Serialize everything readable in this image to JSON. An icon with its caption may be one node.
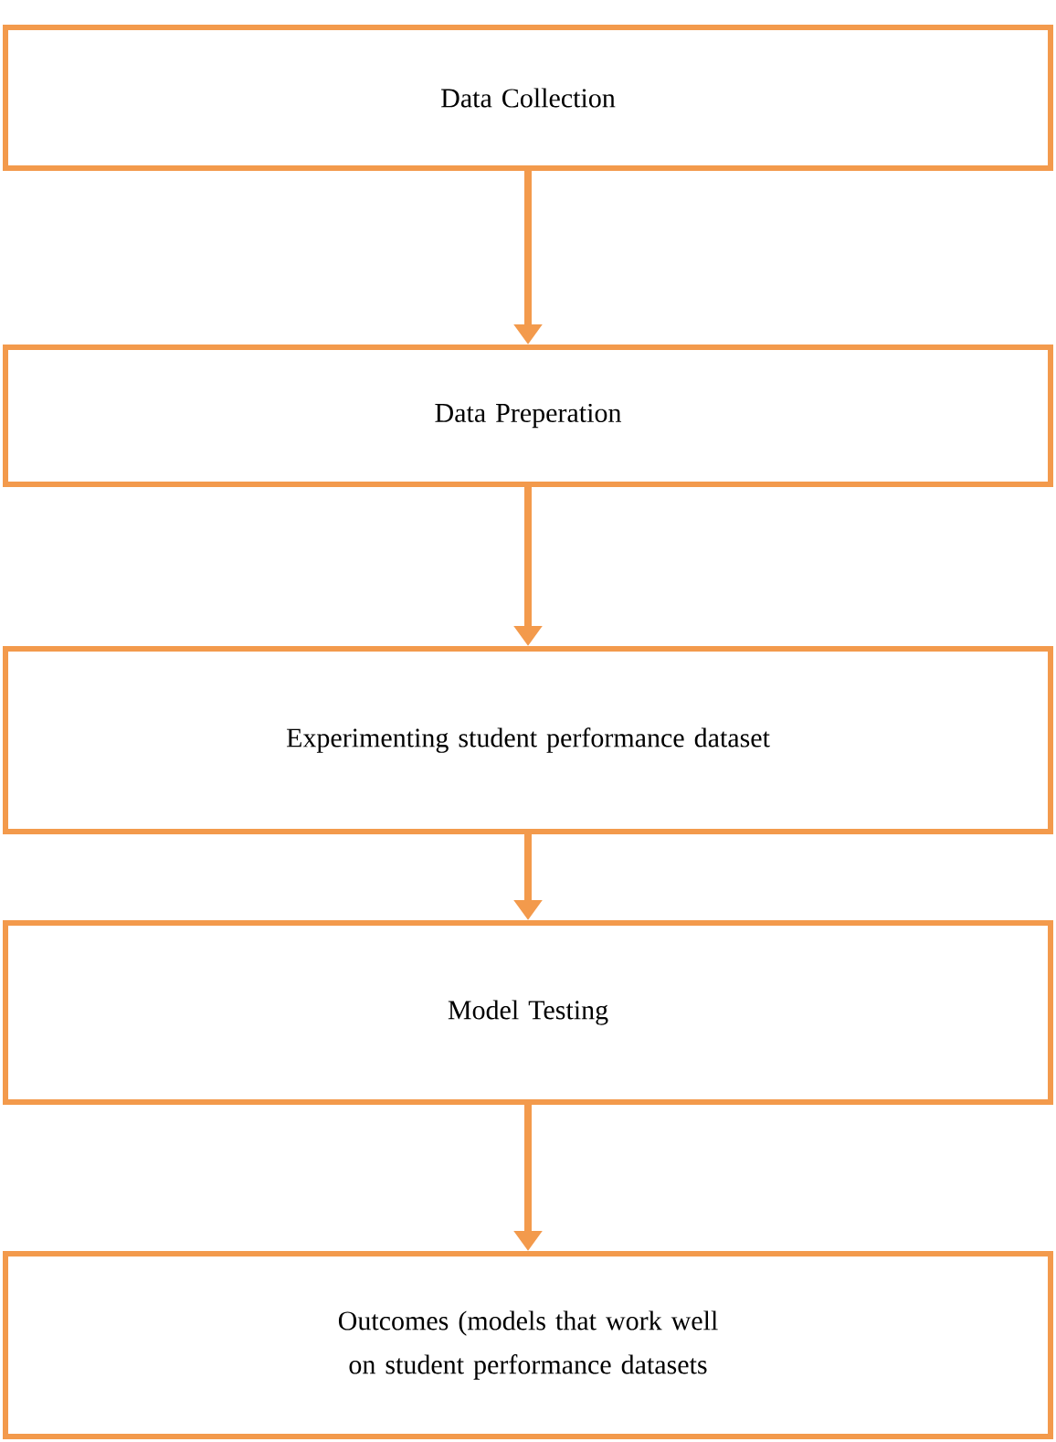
{
  "diagram": {
    "nodes": [
      {
        "text": [
          "Data Collection"
        ]
      },
      {
        "text": [
          "Data Preperation"
        ]
      },
      {
        "text": [
          "Experimenting student performance dataset"
        ]
      },
      {
        "text": [
          "Model Testing"
        ]
      },
      {
        "text": [
          "Outcomes (models that work well on student performance datasets"
        ]
      }
    ],
    "edges": [
      {
        "from": 0,
        "to": 1,
        "arrow": "to"
      },
      {
        "from": 1,
        "to": 2,
        "arrow": "to"
      },
      {
        "from": 2,
        "to": 3,
        "arrow": "to"
      },
      {
        "from": 3,
        "to": 4,
        "arrow": "to"
      }
    ]
  }
}
